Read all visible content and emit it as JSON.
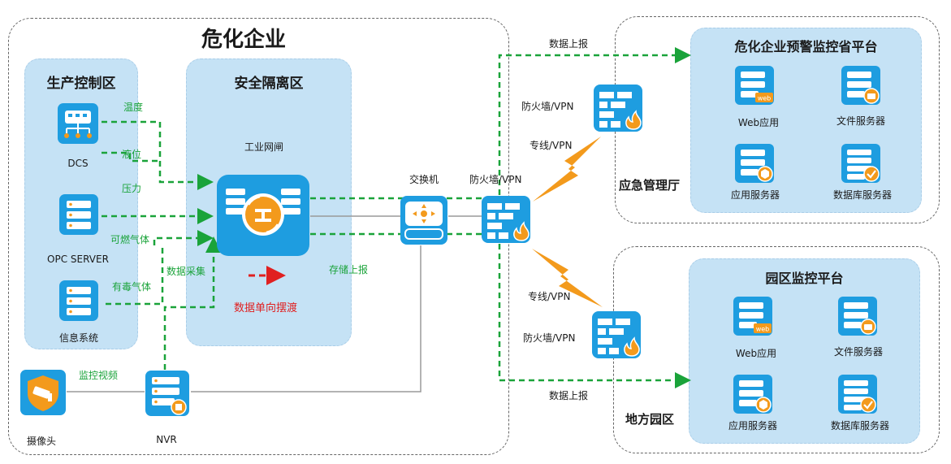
{
  "enterprise": {
    "title": "危化企业",
    "production_zone": {
      "title": "生产控制区",
      "devices": [
        "DCS",
        "OPC SERVER",
        "信息系统"
      ]
    },
    "security_zone": {
      "title": "安全隔离区",
      "gateway_label": "工业网闸",
      "one_way_label": "数据单向摆渡"
    },
    "signals": [
      "温度",
      "液位",
      "压力",
      "可燃气体",
      "有毒气体"
    ],
    "data_collect_label": "数据采集",
    "storage_report_label": "存储上报",
    "video_label": "监控视频",
    "camera_label": "摄像头",
    "nvr_label": "NVR",
    "switch_label": "交换机",
    "firewall_label": "防火墙/VPN"
  },
  "links": {
    "report_top": "数据上报",
    "report_bottom": "数据上报",
    "firewall_top": "防火墙/VPN",
    "leased_top": "专线/VPN",
    "leased_bottom": "专线/VPN",
    "firewall_bottom": "防火墙/VPN"
  },
  "emergency": {
    "org_label": "应急管理厅",
    "platform_title": "危化企业预警监控省平台",
    "servers": [
      "Web应用",
      "文件服务器",
      "应用服务器",
      "数据库服务器"
    ]
  },
  "park": {
    "org_label": "地方园区",
    "platform_title": "园区监控平台",
    "servers": [
      "Web应用",
      "文件服务器",
      "应用服务器",
      "数据库服务器"
    ]
  },
  "colors": {
    "zone_fill": "#c5e2f5",
    "icon_blue": "#1e9de0",
    "flow_green": "#1aa33a",
    "one_way_red": "#e02020",
    "accent_orange": "#f39a1c"
  }
}
